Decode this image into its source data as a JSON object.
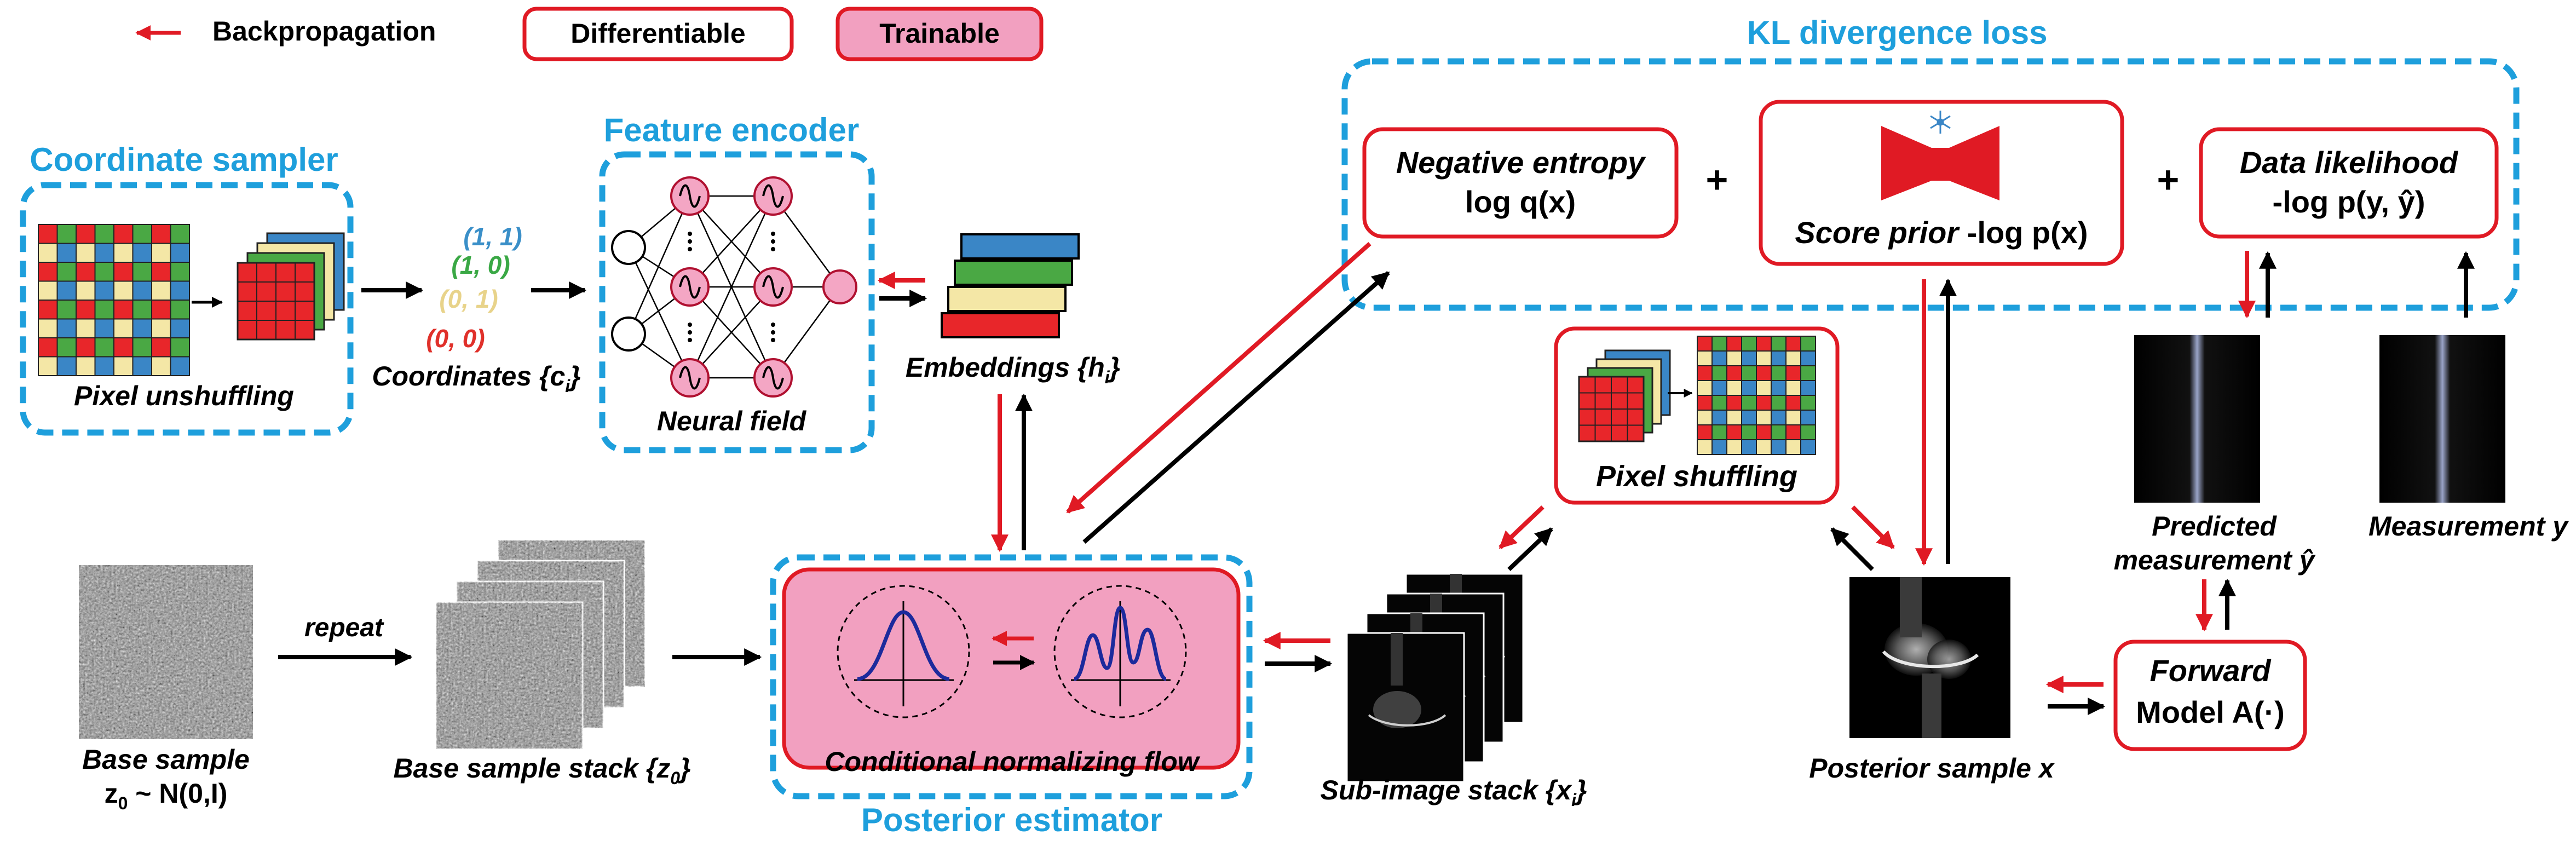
{
  "legend": {
    "backprop": "Backpropagation",
    "differentiable": "Differentiable",
    "trainable": "Trainable"
  },
  "coordinate_sampler": {
    "title": "Coordinate sampler",
    "caption": "Pixel unshuffling"
  },
  "coordinates": {
    "values": [
      {
        "text": "(1, 1)",
        "color": "#3a8fc8"
      },
      {
        "text": "(1, 0)",
        "color": "#3aa845"
      },
      {
        "text": "(0, 1)",
        "color": "#e8d38a"
      },
      {
        "text": "(0, 0)",
        "color": "#e0302a"
      }
    ],
    "label": "Coordinates {c",
    "sub": "i",
    "close": "}"
  },
  "feature_encoder": {
    "title": "Feature encoder",
    "caption": "Neural field"
  },
  "embeddings": {
    "label": "Embeddings {h",
    "sub": "i",
    "close": "}"
  },
  "kl": {
    "title": "KL divergence loss",
    "neg_entropy_1": "Negative entropy",
    "neg_entropy_2": "log q(x)",
    "plus": "+",
    "score_prior_italic": "Score prior",
    "score_prior_rest": " -log p(x)",
    "data_likelihood_1": "Data likelihood",
    "data_likelihood_2": "-log p(y, ŷ)"
  },
  "pixel_shuffling": "Pixel shuffling",
  "base_sample": {
    "line1": "Base sample",
    "line2_pre": "z",
    "line2_sub": "0",
    "line2_post": " ~ N(0,I)"
  },
  "repeat": "repeat",
  "base_stack": {
    "label": "Base sample stack {z",
    "sub": "0",
    "close": "}"
  },
  "posterior_estimator": {
    "title": "Posterior estimator",
    "caption": "Conditional normalizing flow"
  },
  "sub_image_stack": {
    "label": "Sub-image stack {x",
    "sub": "i",
    "close": "}"
  },
  "posterior_sample": "Posterior sample x",
  "forward_model": {
    "line1": "Forward",
    "line2": "Model A(·)"
  },
  "predicted": {
    "line1": "Predicted",
    "line2": "measurement ŷ"
  },
  "measurement": "Measurement y",
  "colors": {
    "blue": "#1e9fdc",
    "red": "#e01a24",
    "pink": "#f2a0c0",
    "node_pink": "#f4a6c4",
    "grid_red": "#e8262a",
    "grid_green": "#4aa844",
    "grid_yellow": "#f4e7a6",
    "grid_blue": "#3a86c6"
  }
}
